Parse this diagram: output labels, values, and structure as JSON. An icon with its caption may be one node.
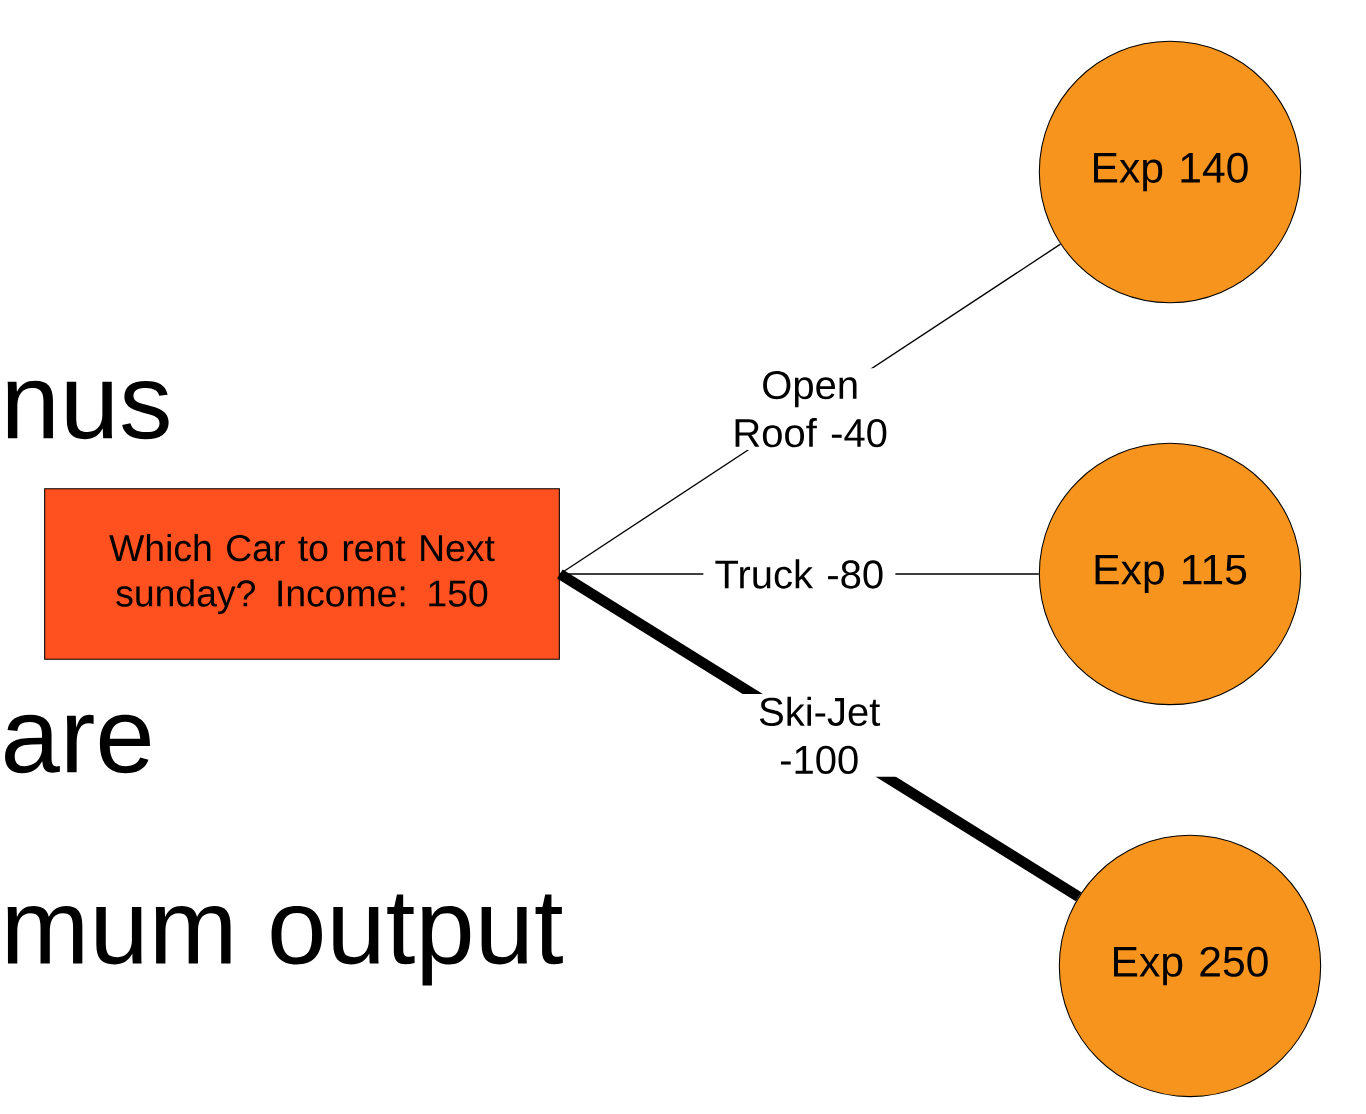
{
  "diagram": {
    "nodes": [
      {
        "text": [
          "Which Car to rent Next sunday? Income: 150"
        ]
      },
      {
        "text": [
          "Exp 140"
        ]
      },
      {
        "text": [
          "Exp 115"
        ]
      },
      {
        "text": [
          "Exp 250"
        ]
      }
    ],
    "edges": [
      {
        "from": 0,
        "to": 1,
        "arrow": "none",
        "label": "Open Roof -40"
      },
      {
        "from": 0,
        "to": 2,
        "arrow": "none",
        "label": "Truck -80"
      },
      {
        "from": 0,
        "to": 3,
        "arrow": "none",
        "label": "Ski-Jet -100",
        "style": "thick"
      }
    ],
    "labels": [
      "nus",
      "are",
      "mum output"
    ]
  }
}
